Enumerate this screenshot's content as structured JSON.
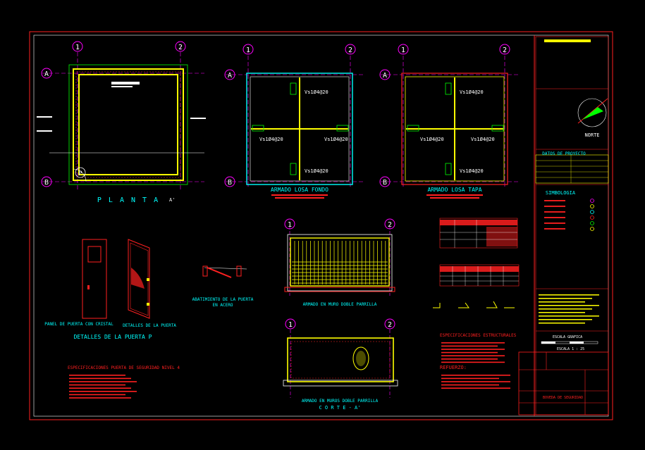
{
  "colors": {
    "background": "#000000",
    "border": "#ff2020",
    "wall": "#ffff00",
    "grid": "#ffffff",
    "axis": "#ff00ff",
    "cyan": "#00ffff",
    "green": "#00ff00",
    "red": "#ff2020",
    "white": "#ffffff"
  },
  "planta": {
    "title": "P L A N T A",
    "axis_top_left": "1",
    "axis_top_right": "2",
    "axis_left_top": "A",
    "axis_left_bottom": "B",
    "door_tag": "P",
    "section_mark": "A'"
  },
  "losa_fondo": {
    "title": "ARMADO LOSA FONDO",
    "bar_top": "Vs1Ø4@20",
    "bar_left": "Vs1Ø4@20",
    "bar_right": "Vs1Ø4@20",
    "bar_bottom": "Vs1Ø4@20",
    "axis_1": "1",
    "axis_2": "2",
    "axis_a": "A",
    "axis_b": "B"
  },
  "losa_tapa": {
    "title": "ARMADO LOSA TAPA",
    "bar_top": "Vs1Ø4@20",
    "bar_left": "Vs1Ø4@20",
    "bar_right": "Vs1Ø4@20",
    "bar_bottom": "Vs1Ø4@20",
    "axis_1": "1",
    "axis_2": "2",
    "axis_a": "A",
    "axis_b": "B"
  },
  "puerta": {
    "label_panel": "PANEL DE PUERTA CON CRISTAL",
    "label_detalles": "DETALLES DE LA PUERTA",
    "title": "DETALLES DE LA PUERTA P",
    "abatimiento_1": "ABATIMIENTO DE LA PUERTA",
    "abatimiento_2": "EN ACERO"
  },
  "muro_largo": {
    "title": "ARMADO EN MURO DOBLE PARRILLA",
    "axis_1": "1",
    "axis_2": "2"
  },
  "muro_corte": {
    "title": "ARMADO EN MUROS DOBLE PARRILLA",
    "subtitle": "C O R T E - A'",
    "axis_1": "1",
    "axis_2": "2"
  },
  "especificaciones": {
    "title": "ESPECIFICACIONES PUERTA DE SEGURIDAD NIVEL 4"
  },
  "especificaciones_estructurales": {
    "title": "ESPECIFICACIONES ESTRUCTURALES",
    "refuerzo": "REFUERZO:"
  },
  "titleblock": {
    "norte": "NORTE",
    "datos": "DATOS DE PROYECTO",
    "simbologia": "SIMBOLOGIA",
    "escala": "ESCALA GRAFICA",
    "escala_val": "ESCALA 1 : 25",
    "nombre": "BOVEDA DE SEGURIDAD"
  }
}
